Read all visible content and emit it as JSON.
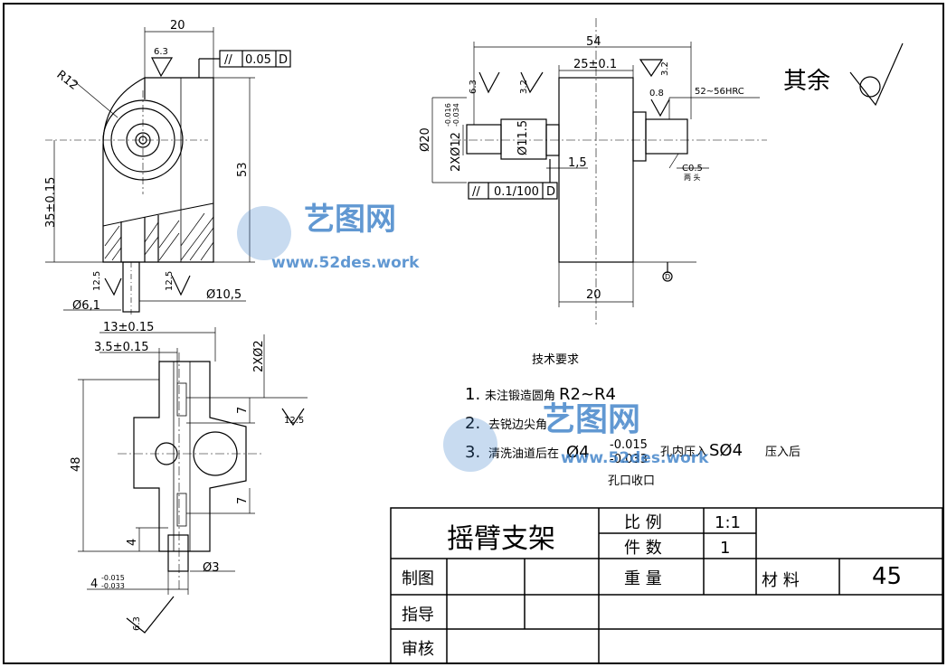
{
  "drawing": {
    "part_name": "摇臂支架",
    "rest_roughness": "其余"
  },
  "title_block": {
    "scale_label": "比 例",
    "scale_value": "1:1",
    "qty_label": "件 数",
    "qty_value": "1",
    "weight_label": "重 量",
    "material_label": "材 料",
    "material_value": "45",
    "drawn_label": "制图",
    "guide_label": "指导",
    "review_label": "审核"
  },
  "tech_requirements": {
    "title": "技术要求",
    "item1_num": "1.",
    "item1_a": "未注锻造圆角",
    "item1_b": "R2~R4",
    "item2_num": "2.",
    "item2": "去锐边尖角",
    "item3_num": "3.",
    "item3_a": "清洗油道后在",
    "item3_b": "Ø4",
    "item3_tol_up": "-0.015",
    "item3_tol_low": "-0.033",
    "item3_c": "孔内压入",
    "item3_d": "SØ4",
    "item3_e": "压入后",
    "item3_f": "孔口收口"
  },
  "front_view": {
    "dim_top": "20",
    "roughness_top": "6.3",
    "tol_symbol": "//",
    "tol_value": "0.05",
    "tol_datum": "D",
    "radius": "R12",
    "height_35": "35±0.15",
    "height_53": "53",
    "rough_left": "12.5",
    "rough_right": "12.5",
    "dia_left": "Ø6,1",
    "dia_right": "Ø10,5"
  },
  "side_view": {
    "dim_54": "54",
    "dim_25": "25±0.1",
    "rough_63": "6.3",
    "rough_32a": "3.2",
    "rough_32b": "3.2",
    "rough_08": "0.8",
    "hardness": "52~56HRC",
    "dia_20": "Ø20",
    "dia_12": "2XØ12",
    "dia_12_up": "-0.016",
    "dia_12_low": "-0.034",
    "dia_115": "Ø11.5",
    "dim_15": "1,5",
    "chamfer": "C0.5",
    "chamfer_note": "两 头",
    "tol_symbol": "//",
    "tol_value": "0.1/100",
    "tol_datum": "D",
    "dim_20_bottom": "20",
    "datum_mark": "D"
  },
  "bottom_view": {
    "dim_13": "13±0.15",
    "dim_35": "3.5±0.15",
    "dia_2": "2XØ2",
    "rough_125": "12.5",
    "dim_7a": "7",
    "dim_7b": "7",
    "dim_48": "48",
    "dim_4": "4",
    "dia_3": "Ø3",
    "dim_4tol": "4",
    "dim_4tol_up": "-0.015",
    "dim_4tol_low": "-0.033",
    "rough_63": "6.3"
  },
  "watermark": {
    "text_cn": "艺图网",
    "text_url": "www.52des.work",
    "color": "#3a7fc8"
  }
}
